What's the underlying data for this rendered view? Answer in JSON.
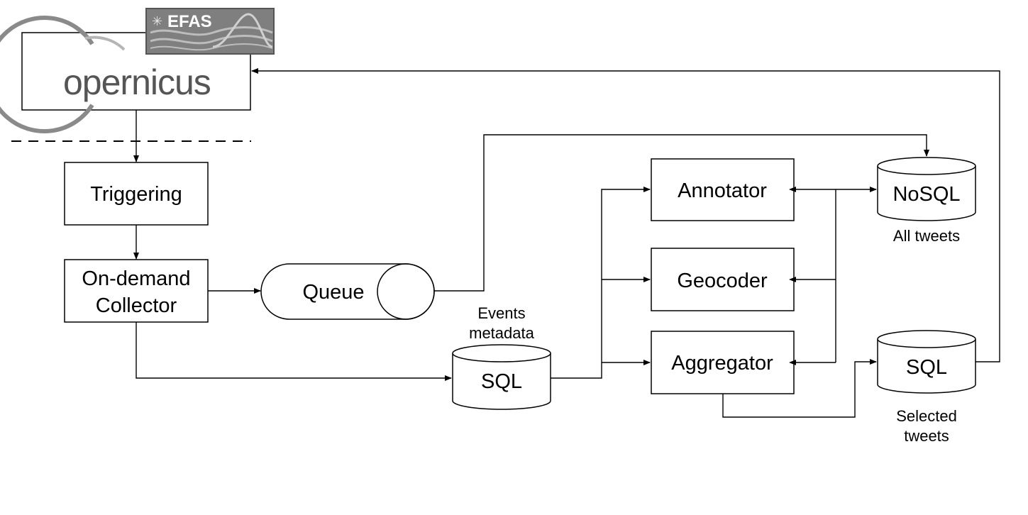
{
  "logos": {
    "efas": "EFAS",
    "copernicus": "opernicus"
  },
  "nodes": {
    "triggering": "Triggering",
    "collector": [
      "On-demand",
      "Collector"
    ],
    "queue": "Queue",
    "sql_events": "SQL",
    "annotator": "Annotator",
    "geocoder": "Geocoder",
    "aggregator": "Aggregator",
    "nosql": "NoSQL",
    "sql_selected": "SQL"
  },
  "captions": {
    "events_metadata": [
      "Events",
      "metadata"
    ],
    "all_tweets": "All tweets",
    "selected_tweets": [
      "Selected",
      "tweets"
    ]
  },
  "colors": {
    "line": "#000000",
    "logo_grey": "#8a8a8a"
  }
}
